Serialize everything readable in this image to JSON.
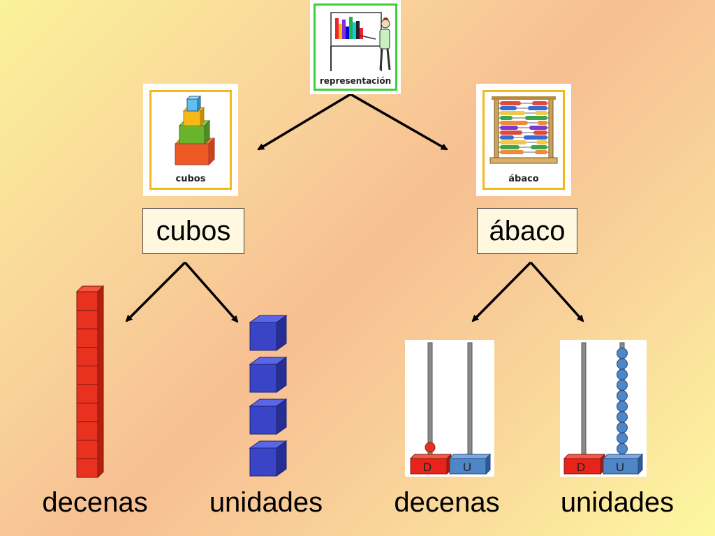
{
  "top_card": {
    "label": "representación"
  },
  "left_card": {
    "label": "cubos"
  },
  "right_card": {
    "label": "ábaco"
  },
  "left_box": {
    "text": "cubos"
  },
  "right_box": {
    "text": "ábaco"
  },
  "abacus_tens": {
    "rod_d": "D",
    "rod_u": "U",
    "tens_beads": 1,
    "unit_beads": 0
  },
  "abacus_units": {
    "rod_d": "D",
    "rod_u": "U",
    "tens_beads": 0,
    "unit_beads": 10
  },
  "bottom_labels": [
    "decenas",
    "unidades",
    "decenas",
    "unidades"
  ],
  "colors": {
    "tens": "#e8311e",
    "units": "#3a44c6",
    "bead_units": "#4f86c6",
    "card_border": "#f2b91d",
    "top_border": "#3bd13b"
  }
}
